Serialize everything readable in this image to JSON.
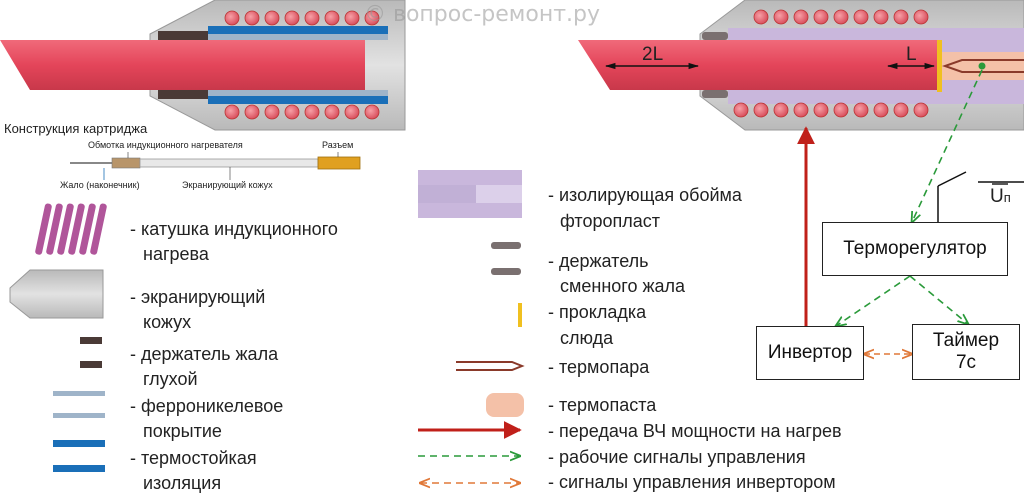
{
  "watermark": "© вопрос-ремонт.ру",
  "cartridge": {
    "title": "Конструкция картриджа",
    "coil_label": "Обмотка индукционного нагревателя",
    "connector_label": "Разъем",
    "tip_label": "Жало (наконечник)",
    "shield_label": "Экранирующий кожух"
  },
  "dimensions": {
    "two_l": "2L",
    "l": "L"
  },
  "control": {
    "thermoregulator": "Терморегулятор",
    "inverter": "Инвертор",
    "timer_line1": "Таймер",
    "timer_line2": "7с",
    "supply_symbol": "U",
    "supply_subscript": "п"
  },
  "legend_left": [
    {
      "id": "coil",
      "lines": [
        "- катушка индукционного",
        "нагрева"
      ]
    },
    {
      "id": "shield",
      "lines": [
        "- экранирующий",
        "кожух"
      ]
    },
    {
      "id": "holder_fixed",
      "lines": [
        "- держатель жала",
        "глухой"
      ]
    },
    {
      "id": "ferronickel",
      "lines": [
        "- ферроникелевое",
        "покрытие"
      ]
    },
    {
      "id": "insulation",
      "lines": [
        "- термостойкая",
        "изоляция"
      ]
    }
  ],
  "legend_right": [
    {
      "id": "sleeve",
      "lines": [
        "- изолирующая обойма",
        "фторопласт"
      ]
    },
    {
      "id": "holder_removable",
      "lines": [
        "- держатель",
        "сменного жала"
      ]
    },
    {
      "id": "mica",
      "lines": [
        "- прокладка",
        "слюда"
      ]
    },
    {
      "id": "thermocouple",
      "lines": [
        "- термопара"
      ]
    },
    {
      "id": "paste",
      "lines": [
        "- термопаста"
      ]
    },
    {
      "id": "hf_power",
      "lines": [
        "- передача ВЧ мощности на нагрев"
      ]
    },
    {
      "id": "work_signals",
      "lines": [
        "- рабочие сигналы управления"
      ]
    },
    {
      "id": "inverter_signals",
      "lines": [
        "- сигналы управления инвертором"
      ]
    }
  ],
  "colors": {
    "tip_red": "#e0475a",
    "coil_pink": "#e8707a",
    "coil_violet": "#b0559a",
    "shield_gray": "#c4c4c4",
    "holder_dark": "#4a3a36",
    "ferronickel": "#9fb4c9",
    "insulation_blue": "#1a6fb8",
    "sleeve_lavender": "#c9b7dc",
    "mica_yellow": "#f0c020",
    "thermocouple_brown": "#8a3a2a",
    "paste_peach": "#f4c1a8",
    "hf_red": "#c0201a",
    "signal_green": "#2a9a3a",
    "signal_orange": "#e07838"
  }
}
